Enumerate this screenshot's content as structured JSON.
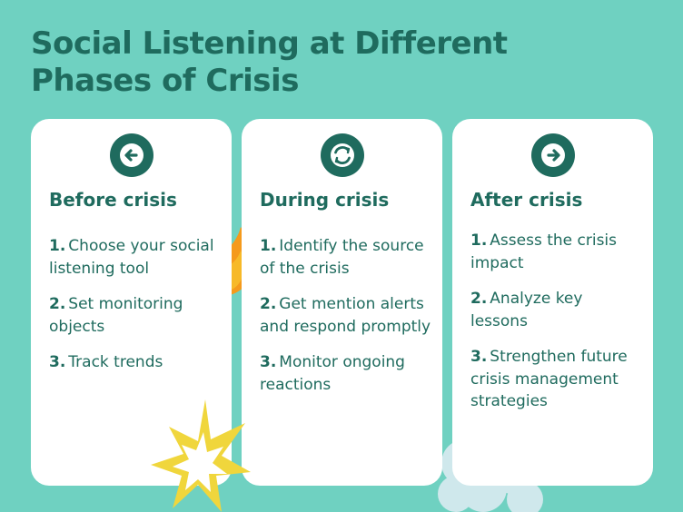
{
  "title": "Social Listening at Different Phases of Crisis",
  "colors": {
    "background": "#6fd1c1",
    "primary": "#1f6b5e",
    "card": "#ffffff",
    "flame": "#f59a1c",
    "star": "#f0d63c",
    "cloud": "#cfe8ec"
  },
  "cards": [
    {
      "icon": "arrow-left-icon",
      "heading": "Before crisis",
      "steps": [
        {
          "num": "1.",
          "text": "Choose your social listening tool"
        },
        {
          "num": "2.",
          "text": "Set monitoring objects"
        },
        {
          "num": "3.",
          "text": "Track trends"
        }
      ]
    },
    {
      "icon": "cycle-arrows-icon",
      "heading": "During crisis",
      "steps": [
        {
          "num": "1.",
          "text": "Identify the source of the crisis"
        },
        {
          "num": "2.",
          "text": "Get mention alerts and respond promptly"
        },
        {
          "num": "3.",
          "text": "Monitor ongoing reactions"
        }
      ]
    },
    {
      "icon": "arrow-right-icon",
      "heading": "After crisis",
      "steps": [
        {
          "num": "1.",
          "text": "Assess the crisis impact"
        },
        {
          "num": "2.",
          "text": "Analyze key lessons"
        },
        {
          "num": "3.",
          "text": "Strengthen future crisis management strategies"
        }
      ]
    }
  ]
}
